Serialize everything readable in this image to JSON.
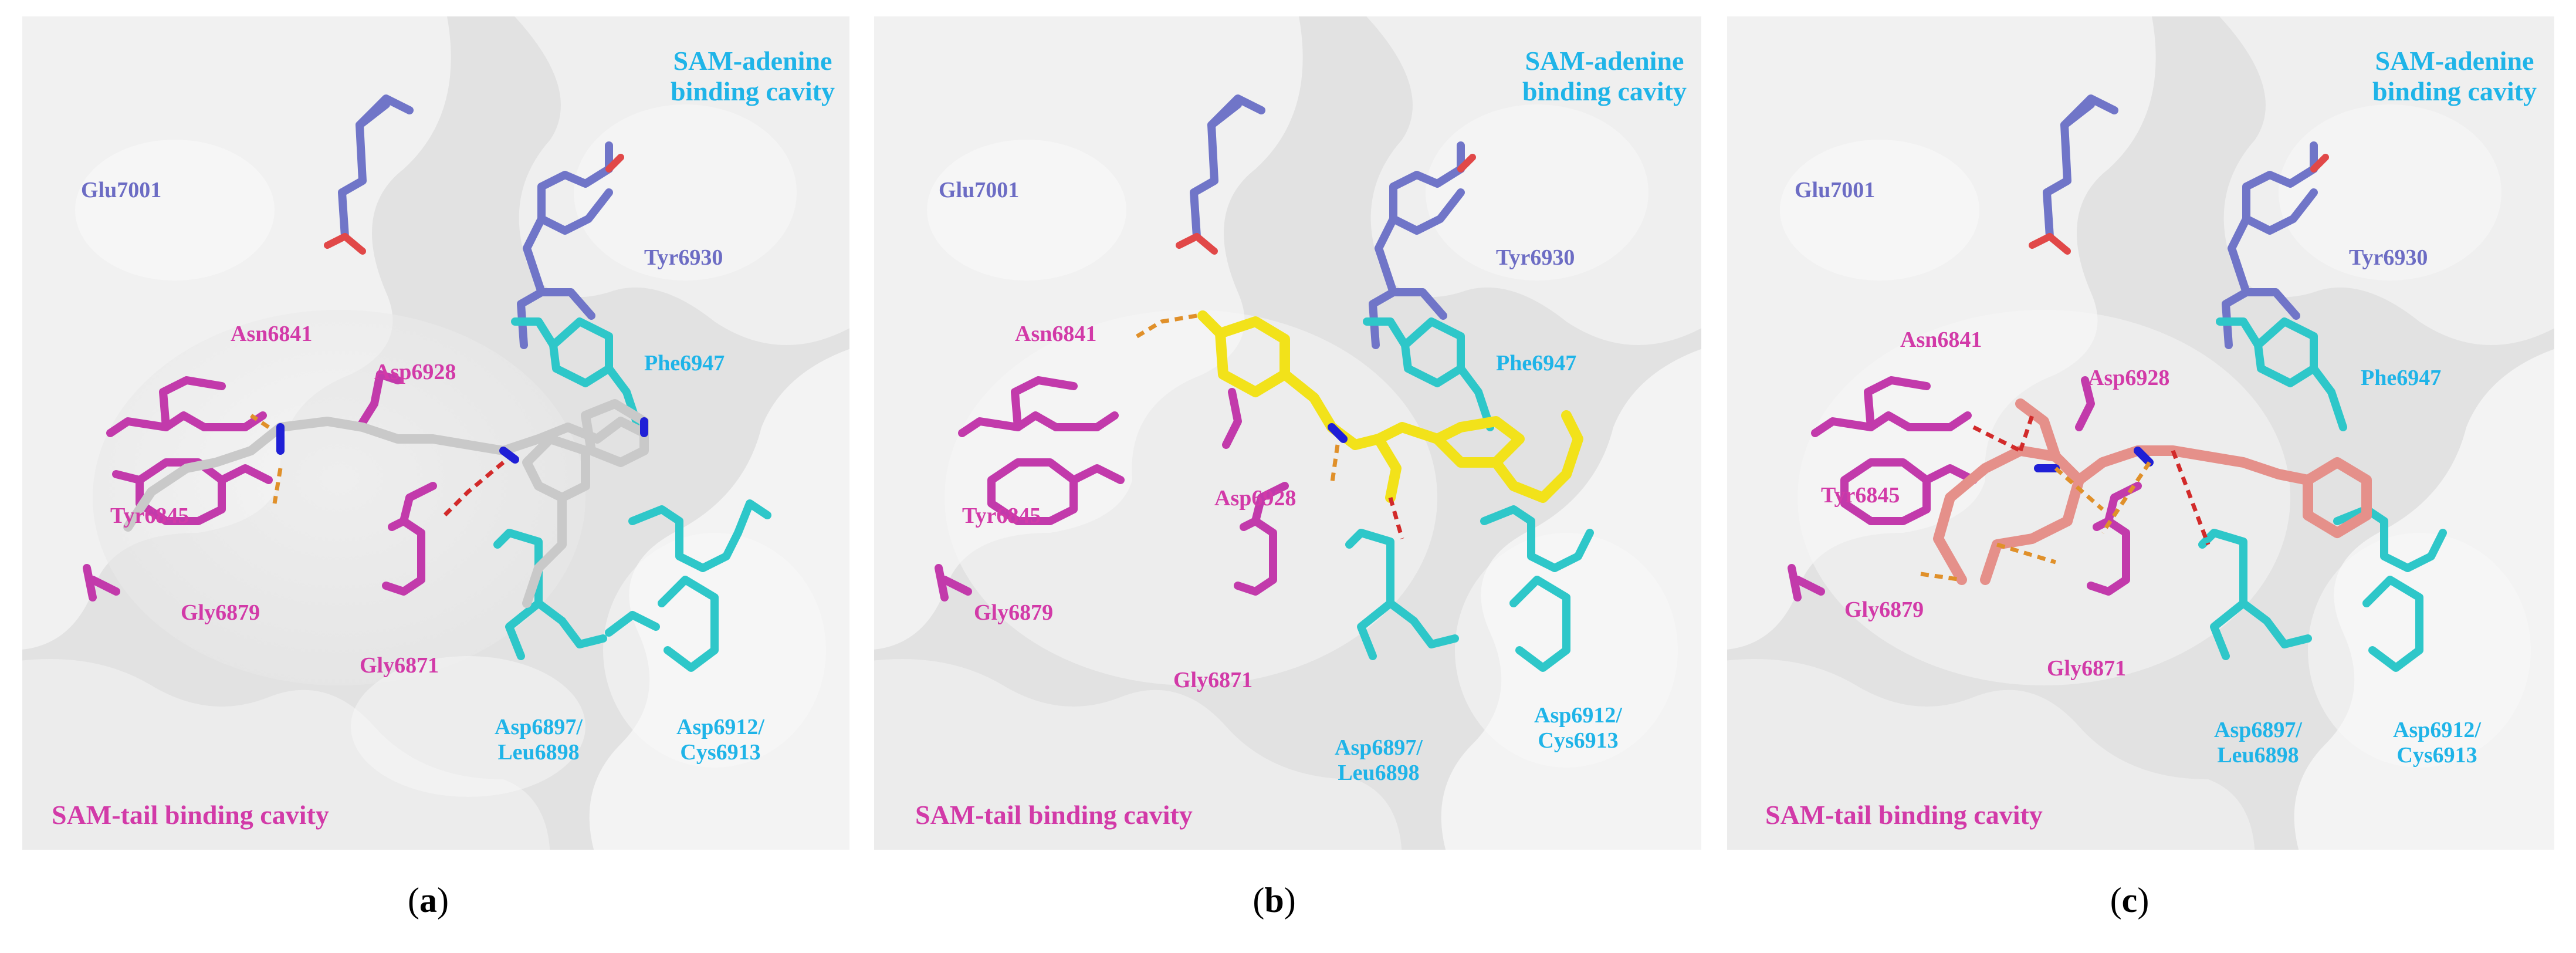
{
  "panels": [
    {
      "caption_letter": "a",
      "ligand_color": "#c9c9c9",
      "labels": {
        "cavity_adenine": "SAM-adenine\nbinding cavity",
        "cavity_tail": "SAM-tail binding cavity",
        "glu7001": "Glu7001",
        "tyr6930": "Tyr6930",
        "phe6947": "Phe6947",
        "asn6841": "Asn6841",
        "asp6928": "Asp6928",
        "tyr6845": "Tyr6845",
        "gly6879": "Gly6879",
        "gly6871": "Gly6871",
        "asp6897": "Asp6897/\nLeu6898",
        "asp6912": "Asp6912/\nCys6913"
      }
    },
    {
      "caption_letter": "b",
      "ligand_color": "#f2e21a",
      "labels": {
        "cavity_adenine": "SAM-adenine\nbinding cavity",
        "cavity_tail": "SAM-tail binding cavity",
        "glu7001": "Glu7001",
        "tyr6930": "Tyr6930",
        "phe6947": "Phe6947",
        "asn6841": "Asn6841",
        "asp6928": "Asp6928",
        "tyr6845": "Tyr6845",
        "gly6879": "Gly6879",
        "gly6871": "Gly6871",
        "asp6897": "Asp6897/\nLeu6898",
        "asp6912": "Asp6912/\nCys6913"
      }
    },
    {
      "caption_letter": "c",
      "ligand_color": "#e5908a",
      "labels": {
        "cavity_adenine": "SAM-adenine\nbinding cavity",
        "cavity_tail": "SAM-tail binding cavity",
        "glu7001": "Glu7001",
        "tyr6930": "Tyr6930",
        "phe6947": "Phe6947",
        "asn6841": "Asn6841",
        "asp6928": "Asp6928",
        "tyr6845": "Tyr6845",
        "gly6879": "Gly6879",
        "gly6871": "Gly6871",
        "asp6897": "Asp6897/\nLeu6898",
        "asp6912": "Asp6912/\nCys6913"
      }
    }
  ],
  "colors": {
    "violet_residues": "#7075c8",
    "pink_residues": "#c23aab",
    "cyan_residues": "#2ec7c9",
    "hbond_orange": "#e0902a",
    "hbond_red": "#d22a2a"
  }
}
